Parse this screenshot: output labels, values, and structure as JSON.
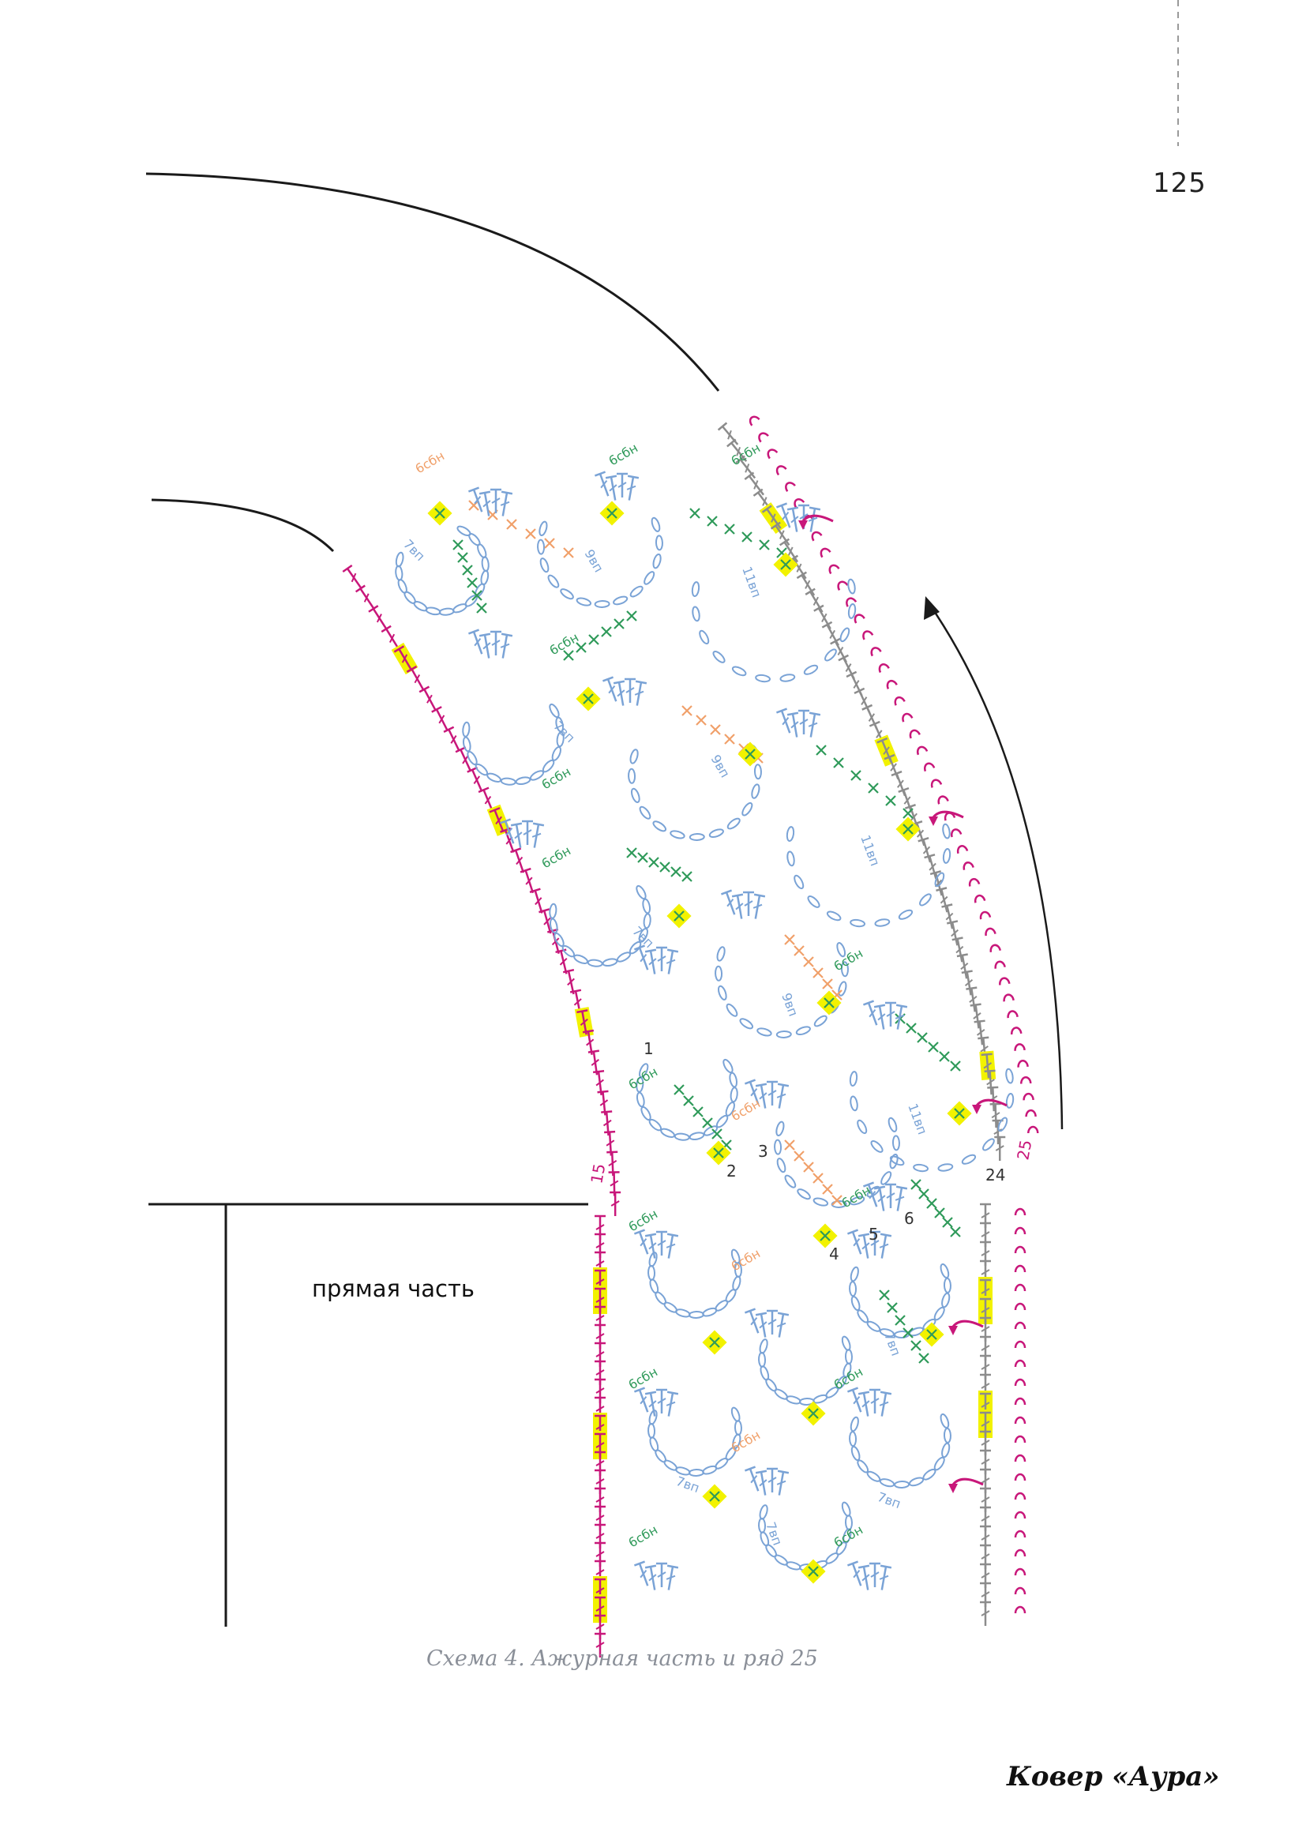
{
  "page": {
    "number": "125",
    "section_label": "прямая часть",
    "caption": "Схема 4. Ажурная часть и ряд 25",
    "footer_title": "Ковер «Аура»"
  },
  "legend_terms": {
    "sc_group": "6сбн",
    "chain_7": "7вп",
    "chain_9": "9вп",
    "chain_11": "11вп"
  },
  "row_numbers": [
    "1",
    "2",
    "3",
    "4",
    "5",
    "6",
    "15",
    "24",
    "25"
  ],
  "colors": {
    "magenta": "#c8177a",
    "gray": "#8c8c8c",
    "blue": "#7aa3d6",
    "green": "#2f9a5a",
    "orange": "#f0a06a",
    "highlight": "#f2f200",
    "line": "#1a1a1a",
    "caption": "#8a8f98"
  },
  "icons": [
    "direction-arrow-icon",
    "dc-stitch-icon",
    "sc-stitch-icon",
    "chain-loop-icon"
  ]
}
